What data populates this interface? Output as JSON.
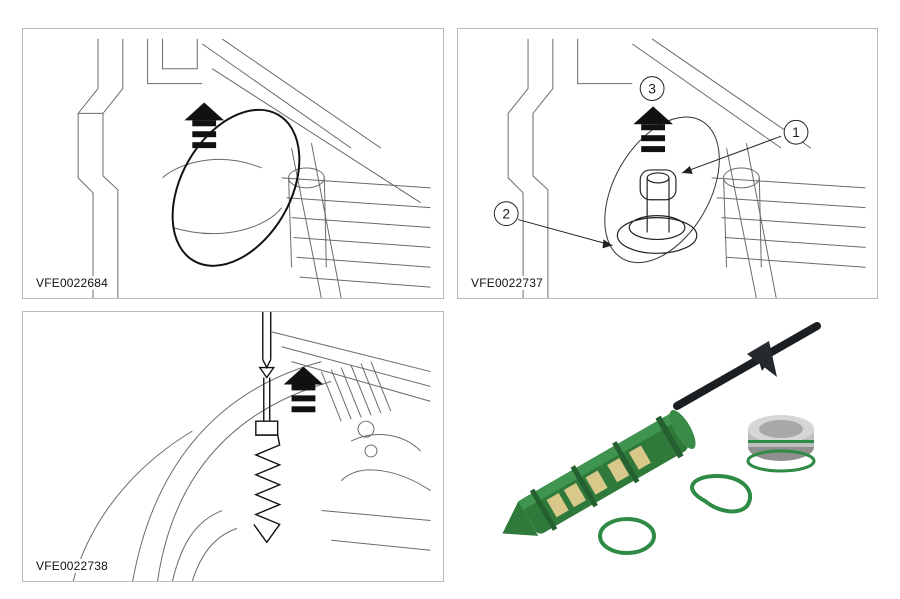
{
  "panels": [
    {
      "id": "VFE0022684"
    },
    {
      "id": "VFE0022737",
      "callouts": [
        "1",
        "2",
        "3"
      ]
    },
    {
      "id": "VFE0022738"
    }
  ],
  "photo": {
    "kit_parts": [
      "desiccant-cartridge",
      "plug",
      "o-ring",
      "o-ring"
    ],
    "colors": {
      "cartridge": "#2f7a3a",
      "rod": "#1c1f22",
      "plug": "#bfbfbf",
      "o_ring": "#2e8b46"
    }
  }
}
